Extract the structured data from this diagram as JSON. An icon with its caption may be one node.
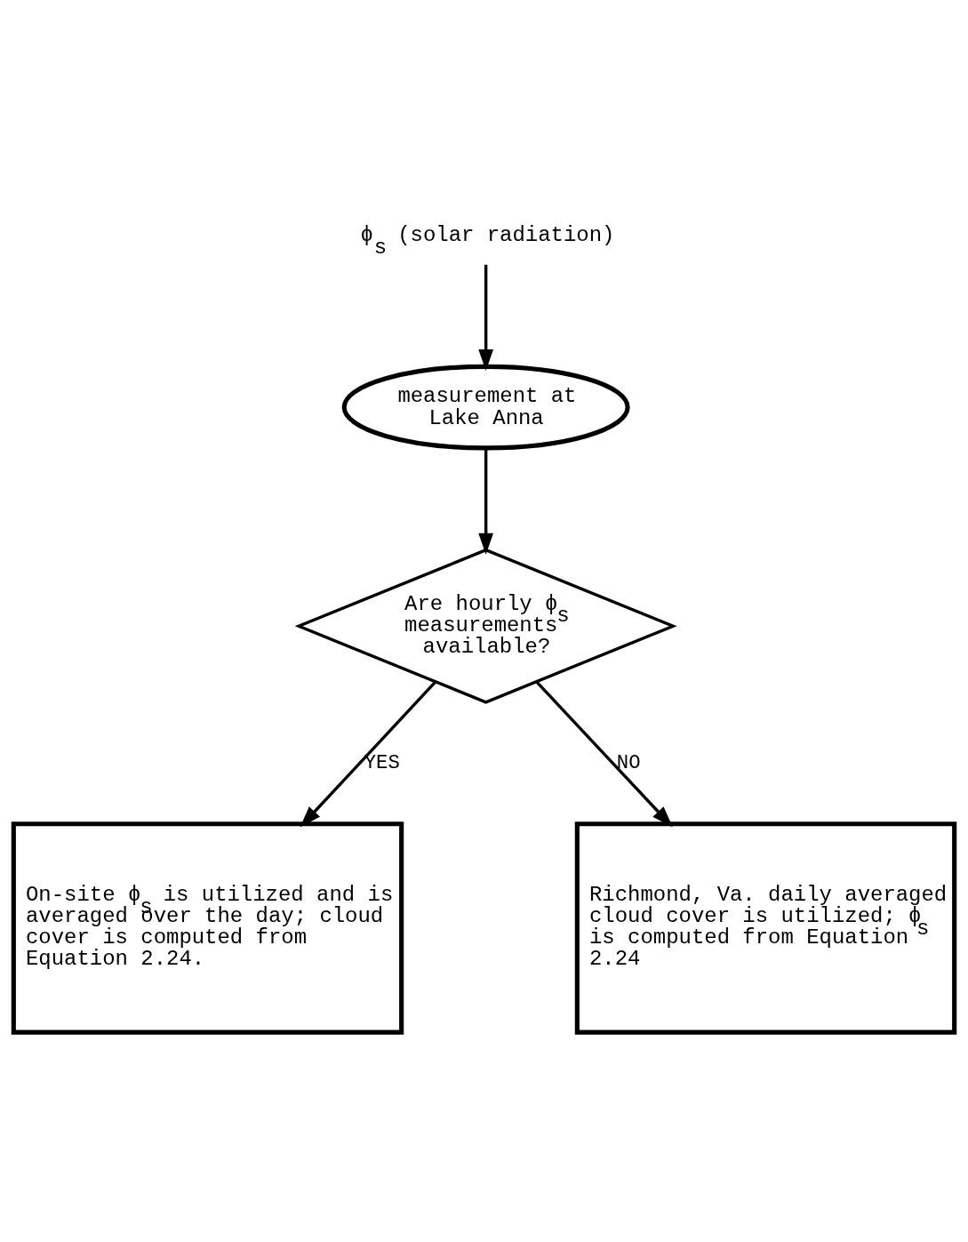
{
  "diagram": {
    "nodes": [
      {
        "text": [
          "ϕ$_{s}$ (solar radiation)"
        ]
      },
      {
        "text": [
          "measurement at Lake Anna"
        ]
      },
      {
        "text": [
          "Are hourly ϕ$_{s}$ measurements available?"
        ]
      },
      {
        "text": [
          "On-site ϕ$_{s}$ is utilized and is averaged over the day; cloud cover is computed from Equation 2.24."
        ]
      },
      {
        "text": [
          "Richmond, Va. daily averaged cloud cover is utilized; ϕ$_{s}$ is computed from Equation 2.24"
        ]
      }
    ],
    "edges": [
      {
        "from": 0,
        "to": 1,
        "arrow": "to"
      },
      {
        "from": 1,
        "to": 2,
        "arrow": "to"
      },
      {
        "from": 2,
        "to": 3,
        "arrow": "to",
        "label": "YES"
      },
      {
        "from": 2,
        "to": 4,
        "arrow": "to",
        "label": "NO"
      }
    ]
  }
}
